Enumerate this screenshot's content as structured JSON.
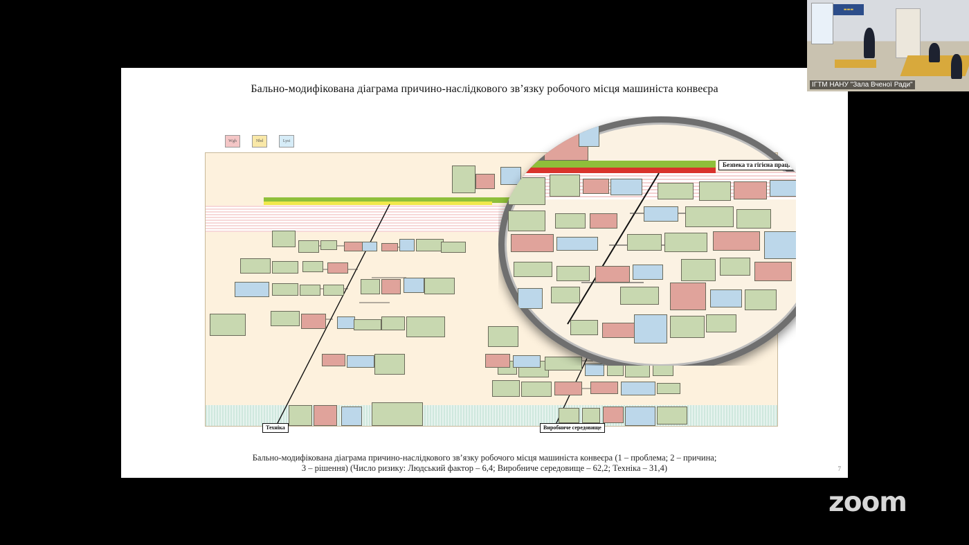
{
  "slide": {
    "title": "Бально-модифікована діаграма причино-наслідкового зв’язку робочого місця машиніста конвеєра",
    "legend": [
      {
        "label": "Wgh",
        "color": "#f4c6c6"
      },
      {
        "label": "Nbd",
        "color": "#f9e8a8"
      },
      {
        "label": "Lyst",
        "color": "#d6ecf7"
      }
    ],
    "diagram": {
      "spine_colors": {
        "green": "#8fbf3a",
        "yellow": "#f1e84a",
        "red": "#d9332b"
      },
      "box_colors": {
        "green": "#c8d8b0",
        "red": "#e0a39b",
        "blue": "#bcd7ea"
      },
      "label_left": "Техніка",
      "label_bottom_right": "Виробниче середовище",
      "label_top": "Безпека та гігієна праці"
    },
    "caption_line1": "Бально-модифікована діаграма причино-наслідкового зв’язку робочого місця машиніста конвеєра (1 – проблема; 2 – причина;",
    "caption_line2": "3 – рішення) (Число ризику: Людський фактор – 6,4; Виробниче середовище – 62,2; Техніка – 31,4)",
    "page_number": "7"
  },
  "camera": {
    "caption": "ІГТМ НАНУ \"Зала Вченої Ради\""
  },
  "app": {
    "logo": "zoom"
  }
}
